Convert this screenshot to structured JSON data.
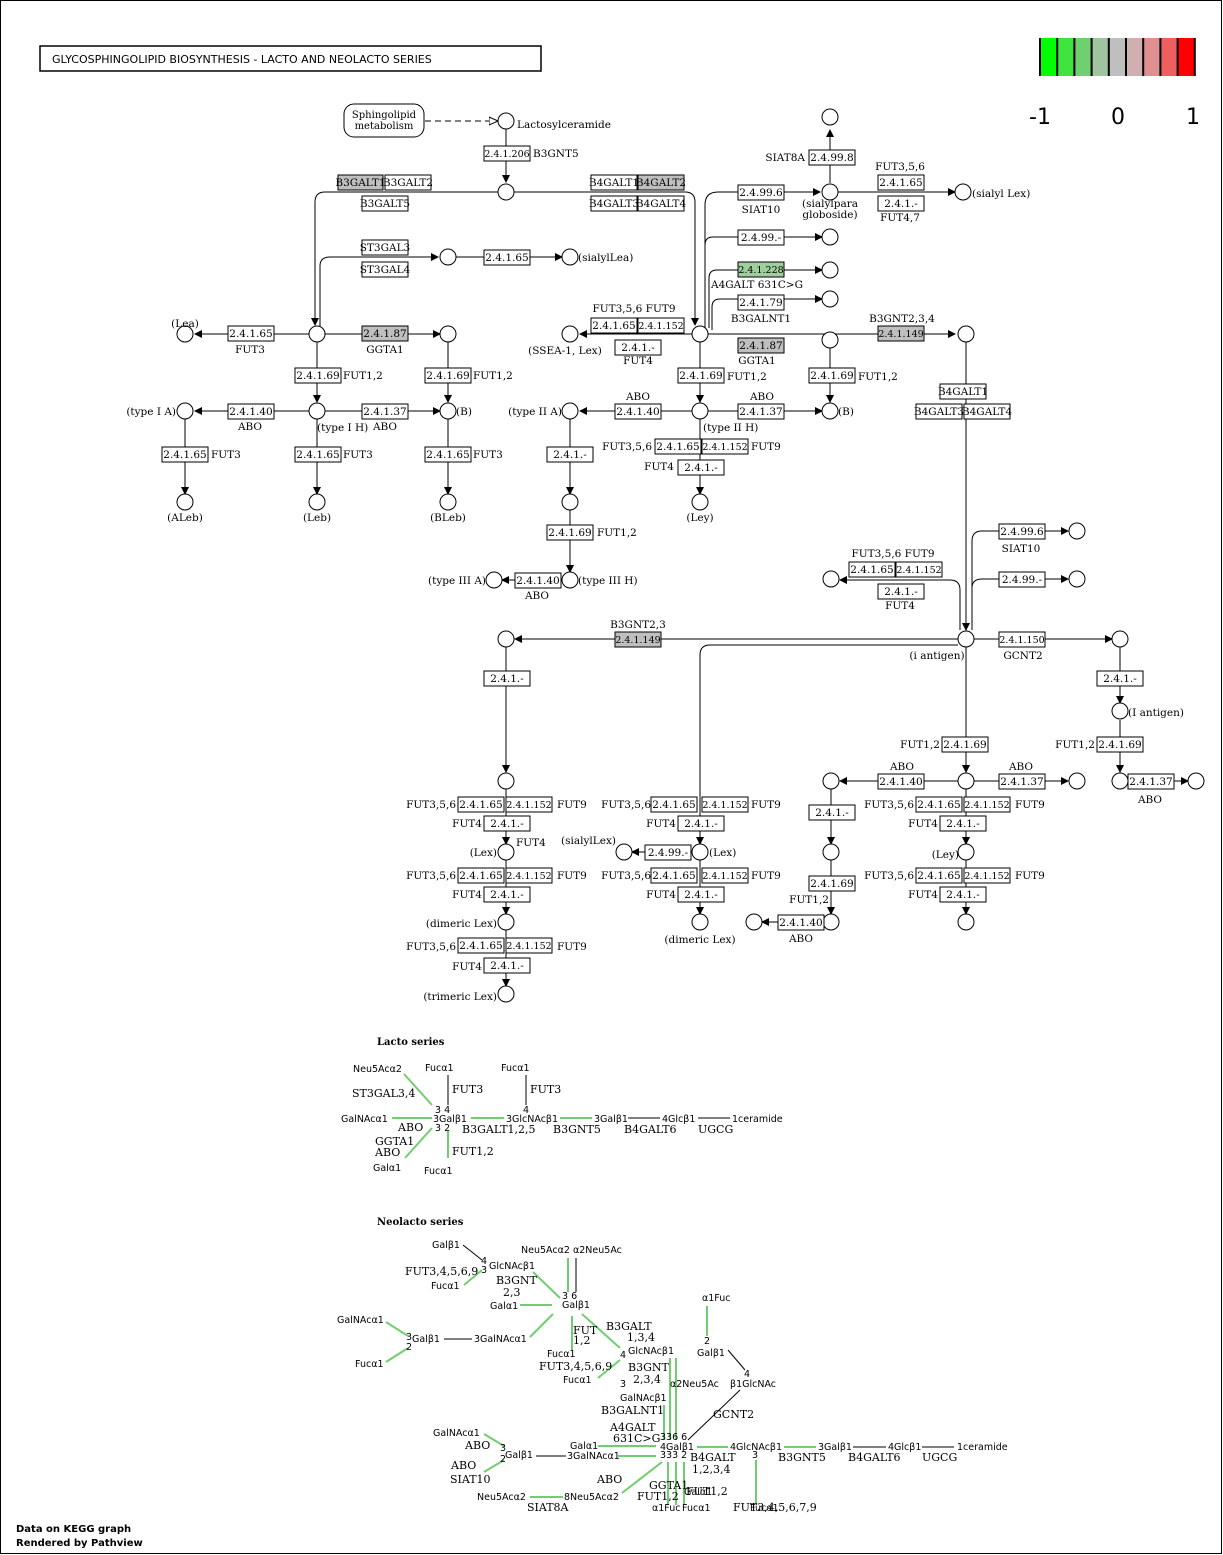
{
  "title": "GLYCOSPHINGOLIPID  BIOSYNTHESIS - LACTO  AND  NEOLACTO SERIES",
  "legend": {
    "colors": [
      "#00ff00",
      "#3fe43f",
      "#6fd06f",
      "#9fc49f",
      "#bfbfbf",
      "#cfafaf",
      "#df8f8f",
      "#ef5f5f",
      "#ff0000"
    ],
    "labels": [
      "-1",
      "0",
      "1"
    ]
  },
  "footer": [
    "Data on KEGG graph",
    "Rendered by Pathview"
  ],
  "lacto_header": "Lacto series",
  "neolacto_header": "Neolacto series",
  "map_link": [
    "Sphingolipid",
    "metabolism"
  ],
  "enzymes": [
    {
      "id": "e1",
      "label": "2.4.1.206",
      "fill": "#ffffff"
    },
    {
      "id": "e2",
      "label": "B3GALT1",
      "fill": "#bfbfbf"
    },
    {
      "id": "e3",
      "label": "B3GALT2",
      "fill": "#ffffff"
    },
    {
      "id": "e4",
      "label": "B3GALT5",
      "fill": "#ffffff"
    },
    {
      "id": "e5",
      "label": "B4GALT1",
      "fill": "#ffffff"
    },
    {
      "id": "e6",
      "label": "B4GALT2",
      "fill": "#bfbfbf"
    },
    {
      "id": "e7",
      "label": "B4GALT3",
      "fill": "#ffffff"
    },
    {
      "id": "e8",
      "label": "B4GALT4",
      "fill": "#ffffff"
    },
    {
      "id": "e9",
      "label": "2.4.99.8",
      "fill": "#ffffff"
    },
    {
      "id": "e10",
      "label": "2.4.99.6",
      "fill": "#ffffff"
    },
    {
      "id": "e11",
      "label": "2.4.1.65",
      "fill": "#ffffff"
    },
    {
      "id": "e12",
      "label": "2.4.1.-",
      "fill": "#ffffff"
    },
    {
      "id": "e13",
      "label": "ST3GAL3",
      "fill": "#ffffff"
    },
    {
      "id": "e14",
      "label": "ST3GAL4",
      "fill": "#ffffff"
    },
    {
      "id": "e15",
      "label": "2.4.1.65",
      "fill": "#ffffff"
    },
    {
      "id": "e16",
      "label": "2.4.99.-",
      "fill": "#ffffff"
    },
    {
      "id": "e17",
      "label": "2.4.1.228",
      "fill": "#9fcf9f"
    },
    {
      "id": "e18",
      "label": "2.4.1.79",
      "fill": "#ffffff"
    },
    {
      "id": "e19",
      "label": "2.4.1.65",
      "fill": "#ffffff"
    },
    {
      "id": "e20",
      "label": "2.4.1.87",
      "fill": "#bfbfbf"
    },
    {
      "id": "e21",
      "label": "2.4.1.65",
      "fill": "#ffffff"
    },
    {
      "id": "e22",
      "label": "2.4.1.152",
      "fill": "#ffffff"
    },
    {
      "id": "e23",
      "label": "2.4.1.-",
      "fill": "#ffffff"
    },
    {
      "id": "e24",
      "label": "2.4.1.87",
      "fill": "#bfbfbf"
    },
    {
      "id": "e25",
      "label": "2.4.1.149",
      "fill": "#bfbfbf"
    },
    {
      "id": "e26",
      "label": "2.4.1.69",
      "fill": "#ffffff"
    },
    {
      "id": "e27",
      "label": "2.4.1.69",
      "fill": "#ffffff"
    },
    {
      "id": "e28",
      "label": "2.4.1.69",
      "fill": "#ffffff"
    },
    {
      "id": "e29",
      "label": "2.4.1.69",
      "fill": "#ffffff"
    },
    {
      "id": "e30",
      "label": "B4GALT1",
      "fill": "#ffffff"
    },
    {
      "id": "e31",
      "label": "B4GALT3",
      "fill": "#ffffff"
    },
    {
      "id": "e32",
      "label": "B4GALT4",
      "fill": "#ffffff"
    },
    {
      "id": "e33",
      "label": "2.4.1.40",
      "fill": "#ffffff"
    },
    {
      "id": "e34",
      "label": "2.4.1.37",
      "fill": "#ffffff"
    },
    {
      "id": "e35",
      "label": "2.4.1.40",
      "fill": "#ffffff"
    },
    {
      "id": "e36",
      "label": "2.4.1.37",
      "fill": "#ffffff"
    },
    {
      "id": "e37",
      "label": "2.4.1.65",
      "fill": "#ffffff"
    },
    {
      "id": "e38",
      "label": "2.4.1.65",
      "fill": "#ffffff"
    },
    {
      "id": "e39",
      "label": "2.4.1.65",
      "fill": "#ffffff"
    },
    {
      "id": "e40",
      "label": "2.4.1.-",
      "fill": "#ffffff"
    },
    {
      "id": "e41",
      "label": "2.4.1.65",
      "fill": "#ffffff"
    },
    {
      "id": "e42",
      "label": "2.4.1.152",
      "fill": "#ffffff"
    },
    {
      "id": "e43",
      "label": "2.4.1.-",
      "fill": "#ffffff"
    },
    {
      "id": "e44",
      "label": "2.4.1.69",
      "fill": "#ffffff"
    },
    {
      "id": "e45",
      "label": "2.4.1.40",
      "fill": "#ffffff"
    },
    {
      "id": "e46",
      "label": "2.4.99.6",
      "fill": "#ffffff"
    },
    {
      "id": "e47",
      "label": "2.4.1.65",
      "fill": "#ffffff"
    },
    {
      "id": "e48",
      "label": "2.4.1.152",
      "fill": "#ffffff"
    },
    {
      "id": "e49",
      "label": "2.4.99.-",
      "fill": "#ffffff"
    },
    {
      "id": "e50",
      "label": "2.4.1.-",
      "fill": "#ffffff"
    },
    {
      "id": "e51",
      "label": "2.4.1.149",
      "fill": "#bfbfbf"
    },
    {
      "id": "e52",
      "label": "2.4.1.150",
      "fill": "#ffffff"
    },
    {
      "id": "e53",
      "label": "2.4.1.-",
      "fill": "#ffffff"
    },
    {
      "id": "e54",
      "label": "2.4.1.-",
      "fill": "#ffffff"
    },
    {
      "id": "e55",
      "label": "2.4.1.69",
      "fill": "#ffffff"
    },
    {
      "id": "e56",
      "label": "2.4.1.69",
      "fill": "#ffffff"
    },
    {
      "id": "e57",
      "label": "2.4.1.40",
      "fill": "#ffffff"
    },
    {
      "id": "e58",
      "label": "2.4.1.37",
      "fill": "#ffffff"
    },
    {
      "id": "e59",
      "label": "2.4.1.37",
      "fill": "#ffffff"
    },
    {
      "id": "e60",
      "label": "2.4.1.65",
      "fill": "#ffffff"
    },
    {
      "id": "e61",
      "label": "2.4.1.152",
      "fill": "#ffffff"
    },
    {
      "id": "e62",
      "label": "2.4.1.-",
      "fill": "#ffffff"
    },
    {
      "id": "e63",
      "label": "2.4.1.65",
      "fill": "#ffffff"
    },
    {
      "id": "e64",
      "label": "2.4.1.152",
      "fill": "#ffffff"
    },
    {
      "id": "e65",
      "label": "2.4.1.-",
      "fill": "#ffffff"
    },
    {
      "id": "e66",
      "label": "2.4.1.65",
      "fill": "#ffffff"
    },
    {
      "id": "e67",
      "label": "2.4.1.152",
      "fill": "#ffffff"
    },
    {
      "id": "e68",
      "label": "2.4.1.-",
      "fill": "#ffffff"
    },
    {
      "id": "e69",
      "label": "2.4.99.-",
      "fill": "#ffffff"
    },
    {
      "id": "e70",
      "label": "2.4.1.65",
      "fill": "#ffffff"
    },
    {
      "id": "e71",
      "label": "2.4.1.152",
      "fill": "#ffffff"
    },
    {
      "id": "e72",
      "label": "2.4.1.-",
      "fill": "#ffffff"
    },
    {
      "id": "e73",
      "label": "2.4.1.-",
      "fill": "#ffffff"
    },
    {
      "id": "e74",
      "label": "2.4.1.65",
      "fill": "#ffffff"
    },
    {
      "id": "e75",
      "label": "2.4.1.152",
      "fill": "#ffffff"
    },
    {
      "id": "e76",
      "label": "2.4.1.-",
      "fill": "#ffffff"
    },
    {
      "id": "e77",
      "label": "2.4.1.65",
      "fill": "#ffffff"
    },
    {
      "id": "e78",
      "label": "2.4.1.152",
      "fill": "#ffffff"
    },
    {
      "id": "e79",
      "label": "2.4.1.-",
      "fill": "#ffffff"
    },
    {
      "id": "e80",
      "label": "2.4.1.65",
      "fill": "#ffffff"
    },
    {
      "id": "e81",
      "label": "2.4.1.152",
      "fill": "#ffffff"
    },
    {
      "id": "e82",
      "label": "2.4.1.-",
      "fill": "#ffffff"
    },
    {
      "id": "e83",
      "label": "2.4.1.-",
      "fill": "#ffffff"
    },
    {
      "id": "e84",
      "label": "2.4.1.69",
      "fill": "#ffffff"
    },
    {
      "id": "e85",
      "label": "2.4.1.40",
      "fill": "#ffffff"
    },
    {
      "id": "e86",
      "label": "2.4.1.65",
      "fill": "#ffffff"
    },
    {
      "id": "e87",
      "label": "2.4.1.-",
      "fill": "#ffffff"
    },
    {
      "id": "e88",
      "label": "2.4.1.65",
      "fill": "#ffffff"
    },
    {
      "id": "e89",
      "label": "2.4.1.-",
      "fill": "#ffffff"
    },
    {
      "id": "e90",
      "label": "2.4.1.69",
      "fill": "#ffffff"
    },
    {
      "id": "e91",
      "label": "2.4.1.40",
      "fill": "#ffffff"
    },
    {
      "id": "e92",
      "label": "2.4.1.65",
      "fill": "#ffffff"
    }
  ],
  "labels": [
    {
      "id": "l1",
      "text": "Lactosylceramide"
    },
    {
      "id": "l2",
      "text": "B3GNT5"
    },
    {
      "id": "l3",
      "text": "SIAT8A"
    },
    {
      "id": "l4",
      "text": "SIAT10"
    },
    {
      "id": "l5",
      "text": "(sialylpara"
    },
    {
      "id": "l6",
      "text": "globoside)"
    },
    {
      "id": "l7",
      "text": "FUT3,5,6"
    },
    {
      "id": "l8",
      "text": "FUT4,7"
    },
    {
      "id": "l9",
      "text": "(sialyl Lex)"
    },
    {
      "id": "l10",
      "text": "(sialylLea)"
    },
    {
      "id": "l11",
      "text": "A4GALT 631C>G"
    },
    {
      "id": "l12",
      "text": "B3GALNT1"
    },
    {
      "id": "l13",
      "text": "FUT3,5,6   FUT9"
    },
    {
      "id": "l14",
      "text": "(SSEA-1, Lex)"
    },
    {
      "id": "l15",
      "text": "FUT4"
    },
    {
      "id": "l16",
      "text": "GGTA1"
    },
    {
      "id": "l17",
      "text": "B3GNT2,3,4"
    },
    {
      "id": "l18",
      "text": "(Lea)"
    },
    {
      "id": "l19",
      "text": "FUT3"
    },
    {
      "id": "l20",
      "text": "GGTA1"
    },
    {
      "id": "l21",
      "text": "FUT1,2"
    },
    {
      "id": "l22",
      "text": "FUT1,2"
    },
    {
      "id": "l23",
      "text": "FUT1,2"
    },
    {
      "id": "l24",
      "text": "FUT1,2"
    },
    {
      "id": "l25",
      "text": "(type I A)"
    },
    {
      "id": "l26",
      "text": "ABO"
    },
    {
      "id": "l27",
      "text": "(type I H)"
    },
    {
      "id": "l28",
      "text": "ABO"
    },
    {
      "id": "l29",
      "text": "(B)"
    },
    {
      "id": "l30",
      "text": "(type II A)"
    },
    {
      "id": "l31",
      "text": "ABO"
    },
    {
      "id": "l32",
      "text": "ABO"
    },
    {
      "id": "l33",
      "text": "(type II H)"
    },
    {
      "id": "l34",
      "text": "(B)"
    },
    {
      "id": "l35",
      "text": "FUT3"
    },
    {
      "id": "l36",
      "text": "FUT3"
    },
    {
      "id": "l37",
      "text": "FUT3"
    },
    {
      "id": "l38",
      "text": "FUT3,5,6"
    },
    {
      "id": "l39",
      "text": "FUT9"
    },
    {
      "id": "l40",
      "text": "FUT4"
    },
    {
      "id": "l41",
      "text": "(ALeb)"
    },
    {
      "id": "l42",
      "text": "(Leb)"
    },
    {
      "id": "l43",
      "text": "(BLeb)"
    },
    {
      "id": "l44",
      "text": "(Ley)"
    },
    {
      "id": "l45",
      "text": "FUT1,2"
    },
    {
      "id": "l46",
      "text": "(type III A)"
    },
    {
      "id": "l47",
      "text": "(type III H)"
    },
    {
      "id": "l48",
      "text": "ABO"
    },
    {
      "id": "l49",
      "text": "SIAT10"
    },
    {
      "id": "l50",
      "text": "FUT3,5,6   FUT9"
    },
    {
      "id": "l51",
      "text": "FUT4"
    },
    {
      "id": "l52",
      "text": "B3GNT2,3"
    },
    {
      "id": "l53",
      "text": "(i antigen)"
    },
    {
      "id": "l54",
      "text": "GCNT2"
    },
    {
      "id": "l55",
      "text": "(I antigen)"
    },
    {
      "id": "l56",
      "text": "FUT1,2"
    },
    {
      "id": "l57",
      "text": "FUT1,2"
    },
    {
      "id": "l58",
      "text": "ABO"
    },
    {
      "id": "l59",
      "text": "ABO"
    },
    {
      "id": "l60",
      "text": "ABO"
    },
    {
      "id": "l61",
      "text": "FUT3,5,6"
    },
    {
      "id": "l62",
      "text": "FUT9"
    },
    {
      "id": "l63",
      "text": "FUT4"
    },
    {
      "id": "l64",
      "text": "FUT3,5,6"
    },
    {
      "id": "l65",
      "text": "FUT9"
    },
    {
      "id": "l66",
      "text": "FUT4"
    },
    {
      "id": "l67",
      "text": "FUT3,5,6"
    },
    {
      "id": "l68",
      "text": "FUT9"
    },
    {
      "id": "l69",
      "text": "FUT4"
    },
    {
      "id": "l70",
      "text": "(Lex)"
    },
    {
      "id": "l71",
      "text": "FUT4"
    },
    {
      "id": "l72",
      "text": "(sialylLex)"
    },
    {
      "id": "l73",
      "text": "(Lex)"
    },
    {
      "id": "l74",
      "text": "(Ley)"
    },
    {
      "id": "l75",
      "text": "FUT3,5,6"
    },
    {
      "id": "l76",
      "text": "FUT9"
    },
    {
      "id": "l77",
      "text": "FUT4"
    },
    {
      "id": "l78",
      "text": "FUT3,5,6"
    },
    {
      "id": "l79",
      "text": "FUT9"
    },
    {
      "id": "l80",
      "text": "FUT4"
    },
    {
      "id": "l81",
      "text": "FUT3,5,6"
    },
    {
      "id": "l82",
      "text": "FUT9"
    },
    {
      "id": "l83",
      "text": "FUT4"
    },
    {
      "id": "l84",
      "text": "(dimeric Lex)"
    },
    {
      "id": "l85",
      "text": "(dimeric Lex)"
    },
    {
      "id": "l86",
      "text": "FUT3,5,6"
    },
    {
      "id": "l87",
      "text": "FUT9"
    },
    {
      "id": "l88",
      "text": "FUT4"
    },
    {
      "id": "l89",
      "text": "(trimeric Lex)"
    },
    {
      "id": "l90",
      "text": "FUT1,2"
    },
    {
      "id": "l91",
      "text": "ABO"
    },
    {
      "id": "l92",
      "text": "FUT3,5,6"
    },
    {
      "id": "l93",
      "text": "FUT9"
    }
  ],
  "lacto": {
    "texts": [
      "Neu5Acα2",
      "ST3GAL3,4",
      "GalNAcα1",
      "ABO",
      "GGTA1",
      "ABO",
      "Galα1",
      "Fucα1",
      "FUT3",
      "Fucα1",
      "FUT3",
      "3 4",
      "3Galβ1",
      "3 2",
      "FUT1,2",
      "Fucα1",
      "B3GALT1,2,5",
      "4",
      "3GlcNAcβ1",
      "B3GNT5",
      "3Galβ1",
      "4Glcβ1",
      "B4GALT6",
      "1ceramide",
      "UGCG"
    ]
  },
  "neolacto": {
    "texts": [
      "Galβ1",
      "4",
      "3",
      "GlcNAcβ1",
      "FUT3,4,5,6,9",
      "Fucα1",
      "B3GNT",
      "2,3",
      "Galα1",
      "Neu5Acα2",
      "α2Neu5Ac",
      "3 6",
      "Galβ1",
      "GalNAcα1",
      "3",
      "2",
      "Galβ1",
      "3GalNAcα1",
      "Fucα1",
      "FUT",
      "1,2",
      "Fucα1",
      "FUT3,4,5,6,9",
      "Fucα1",
      "B3GALT",
      "1,3,4",
      "4",
      "3",
      "GlcNAcβ1",
      "B3GNT",
      "2,3,4",
      "α1Fuc",
      "2",
      "Galβ1",
      "4",
      "β1GlcNAc",
      "α2Neu5Ac",
      "GalNAcβ1",
      "B3GALNT1",
      "A4GALT",
      "631C>G",
      "GCNT2",
      "GalNAcα1",
      "ABO",
      "3",
      "2",
      "Galβ1",
      "Galα1",
      "3GalNAcα1",
      "336 6",
      "4Galβ1",
      "333 2",
      "4GlcNAcβ1",
      "3",
      "3Galβ1",
      "4Glcβ1",
      "1ceramide",
      "B4GALT",
      "1,2,3,4",
      "B3GNT5",
      "B4GALT6",
      "UGCG",
      "FUT1,2",
      "Fucα1",
      "ABO",
      "SIAT10",
      "Neu5Acα2",
      "8Neu5Acα2",
      "SIAT8A",
      "ABO",
      "GGTA1",
      "FUT1,2",
      "Galα1",
      "α1Fuc",
      "Fucα1",
      "FUT3,4,5,6,7,9"
    ]
  }
}
